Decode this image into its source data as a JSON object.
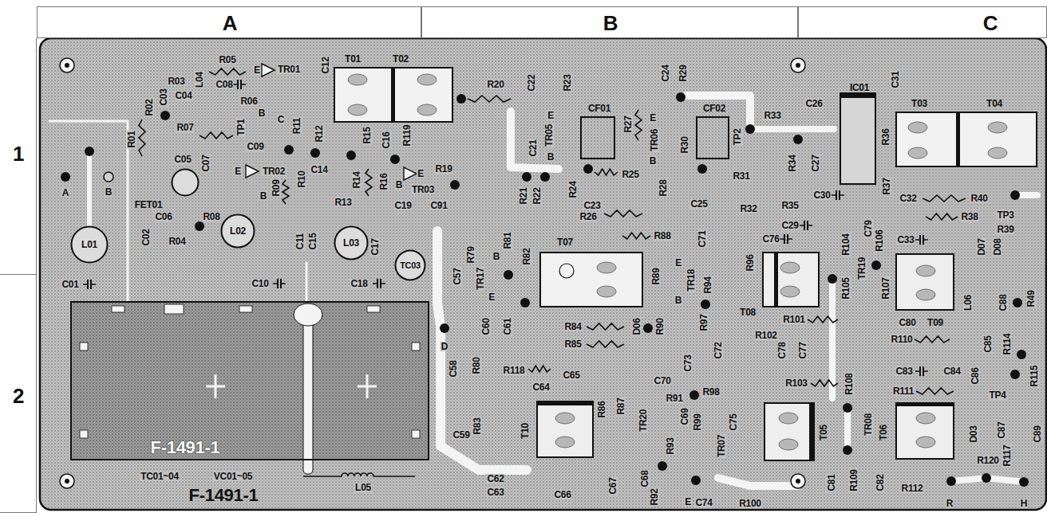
{
  "diagram": {
    "nodes": [
      {
        "text": [
          "A"
        ]
      },
      {
        "text": [
          "B"
        ]
      },
      {
        "text": [
          "C"
        ]
      },
      {
        "text": [
          "1"
        ]
      },
      {
        "text": [
          "2"
        ]
      },
      {
        "text": [
          "F-1491-1"
        ]
      },
      {
        "text": [
          "T01",
          "T02"
        ],
        "in": 5
      },
      {
        "text": [
          "CF01"
        ],
        "in": 5
      },
      {
        "text": [
          "CF02"
        ],
        "in": 5
      },
      {
        "text": [
          "IC01"
        ],
        "in": 5
      },
      {
        "text": [
          "T03",
          "T04"
        ],
        "in": 5
      },
      {
        "text": [
          "FET01"
        ],
        "in": 5
      },
      {
        "text": [
          "L01"
        ],
        "in": 5
      },
      {
        "text": [
          "L02"
        ],
        "in": 5
      },
      {
        "text": [
          "L03"
        ],
        "in": 5
      },
      {
        "text": [
          "TC03"
        ],
        "in": 5
      },
      {
        "text": [
          "T07"
        ],
        "in": 5
      },
      {
        "text": [
          "T08"
        ],
        "in": 5
      },
      {
        "text": [
          "T09"
        ],
        "in": 5
      },
      {
        "text": [
          "F-1491-1"
        ],
        "in": 5
      },
      {
        "text": [
          "T10"
        ],
        "in": 5
      },
      {
        "text": [
          "T05"
        ],
        "in": 5
      },
      {
        "text": [
          "T06"
        ],
        "in": 5
      }
    ],
    "labels": [
      "R05",
      "TR01",
      "E",
      "C12",
      "R03",
      "C08",
      "C04",
      "L04",
      "C03",
      "R02",
      "R01",
      "R06",
      "B",
      "TP1",
      "R07",
      "C09",
      "C",
      "R11",
      "R12",
      "R15",
      "C16",
      "R119",
      "R19",
      "E",
      "TR03",
      "B",
      "C91",
      "C19",
      "R16",
      "R14",
      "R13",
      "R10",
      "R09",
      "C14",
      "C05",
      "C07",
      "E",
      "TR02",
      "B",
      "C06",
      "R08",
      "R04",
      "C02",
      "A",
      "B",
      "C01",
      "C10",
      "C11",
      "C15",
      "C17",
      "C18",
      "TC01~04",
      "VC01~05",
      "L05",
      "R20",
      "C22",
      "R23",
      "C24",
      "R29",
      "C21",
      "TR05",
      "E",
      "B",
      "R24",
      "R25",
      "R27",
      "E",
      "TR06",
      "B",
      "R30",
      "R31",
      "TP2",
      "R21",
      "R22",
      "C23",
      "R28",
      "C25",
      "R26",
      "R32",
      "R88",
      "R79",
      "R81",
      "B",
      "C57",
      "TR17",
      "E",
      "R82",
      "R89",
      "E",
      "TR18",
      "B",
      "C71",
      "R94",
      "D",
      "C60",
      "C61",
      "R84",
      "R85",
      "D06",
      "R90",
      "R97",
      "C58",
      "R80",
      "R118",
      "C65",
      "C64",
      "R86",
      "R87",
      "C70",
      "C73",
      "C72",
      "R98",
      "R91",
      "R83",
      "TR20",
      "C69",
      "R99",
      "C59",
      "C62",
      "C63",
      "C66",
      "C67",
      "C68",
      "R92",
      "R93",
      "E",
      "C74",
      "TR07",
      "C75",
      "R100",
      "C26",
      "C31",
      "R33",
      "R34",
      "C27",
      "R36",
      "R37",
      "C32",
      "R40",
      "C30",
      "R35",
      "C29",
      "R38",
      "TP3",
      "R39",
      "C76",
      "R96",
      "R104",
      "C79",
      "R106",
      "C33",
      "TR19",
      "R105",
      "R107",
      "D07",
      "D08",
      "L06",
      "C88",
      "R49",
      "R101",
      "C80",
      "R102",
      "C78",
      "C77",
      "R110",
      "C85",
      "R114",
      "C83",
      "C84",
      "R103",
      "R108",
      "R111",
      "C86",
      "TP4",
      "R115",
      "TR08",
      "R109",
      "C81",
      "C82",
      "D03",
      "C87",
      "R117",
      "R112",
      "R120",
      "R",
      "H",
      "C89"
    ]
  }
}
